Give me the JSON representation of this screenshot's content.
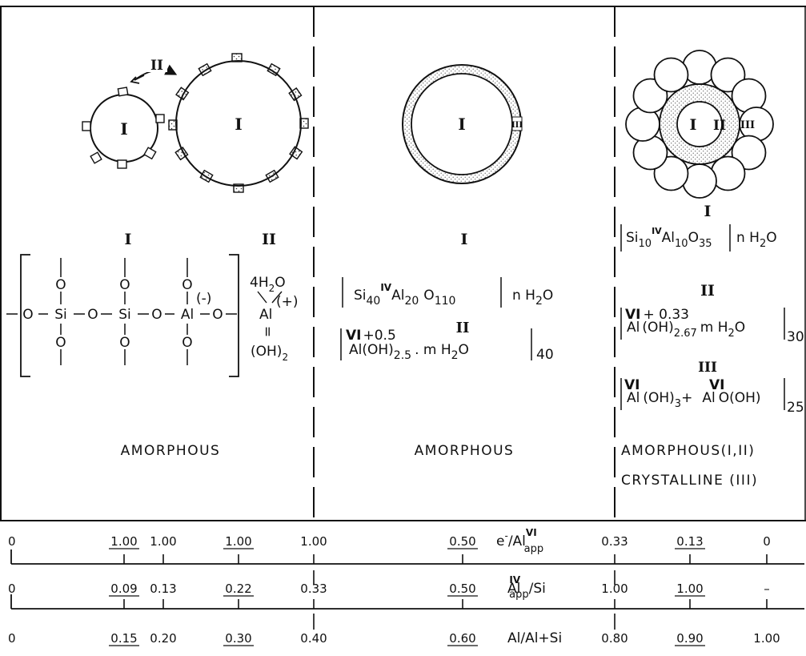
{
  "roman": {
    "one": "I",
    "two": "II",
    "three": "III",
    "four": "IV",
    "six": "VI"
  },
  "section1": {
    "title": "AMORPHOUS",
    "chain_atoms": [
      "O",
      "Si",
      "O",
      "Si",
      "O",
      "Al",
      "O"
    ],
    "charge_minus": "(-)",
    "oxygen": "O",
    "water": "4H",
    "water_sub": "2",
    "water_o": "O",
    "al_cation": "Al",
    "al_charge": "(+)",
    "hydroxyl": "(OH)",
    "hydroxyl_sub": "2",
    "double_bond": "="
  },
  "section2": {
    "title": "AMORPHOUS",
    "f1_si": "Si",
    "f1_si_sub": "40",
    "f1_al": "Al",
    "f1_al_sub": "20",
    "f1_o": "O",
    "f1_o_sub": "110",
    "f1_water": "n H",
    "f1_water_sub": "2",
    "f1_water_o": "O",
    "f2_charge": "+0.5",
    "f2_al": "Al",
    "f2_oh": "(OH)",
    "f2_oh_sub": "2.5",
    "f2_water": ". m H",
    "f2_water_sub": "2",
    "f2_water_o": "O",
    "f2_count": "40"
  },
  "section3": {
    "title": "AMORPHOUS(I,II)",
    "subtitle": "CRYSTALLINE (III)",
    "f1_si": "Si",
    "f1_si_sub": "10",
    "f1_al": "Al",
    "f1_al_sub": "10",
    "f1_o": "O",
    "f1_o_sub": "35",
    "f1_water": "n H",
    "f1_water_sub": "2",
    "f1_water_o": "O",
    "f2_charge": "+ 0.33",
    "f2_al": "Al",
    "f2_oh": "(OH)",
    "f2_oh_sub": "2.67",
    "f2_water": "m H",
    "f2_water_sub": "2",
    "f2_water_o": "O",
    "f2_count": "30",
    "f3_al1": "Al",
    "f3_oh3": "(OH)",
    "f3_oh3_sub": "3",
    "f3_plus": "+",
    "f3_al2": "Al",
    "f3_aooh": "O(OH)",
    "f3_count": "25"
  },
  "axes": [
    {
      "name": "e-per-al-vi",
      "label_main": "e",
      "label_sup": "-",
      "label_rest": "/Al",
      "label_sup2": "VI",
      "label_sub2": "app",
      "ticks": [
        "0",
        "1.00",
        "1.00",
        "1.00",
        "1.00",
        "0.50",
        "0.33",
        "0.13",
        "0"
      ],
      "underlined": [
        false,
        true,
        false,
        true,
        false,
        true,
        false,
        true,
        false
      ]
    },
    {
      "name": "al-iv-per-si",
      "label_main": "Al",
      "label_sup": "IV",
      "label_sub": "app",
      "label_rest": "/Si",
      "ticks": [
        "0",
        "0.09",
        "0.13",
        "0.22",
        "0.33",
        "0.50",
        "1.00",
        "1.00",
        "–"
      ],
      "underlined": [
        false,
        true,
        false,
        true,
        false,
        true,
        false,
        true,
        false
      ]
    },
    {
      "name": "al-per-al-si",
      "label_main": "Al/Al+Si",
      "ticks": [
        "0",
        "0.15",
        "0.20",
        "0.30",
        "0.40",
        "0.60",
        "0.80",
        "0.90",
        "1.00"
      ],
      "underlined": [
        false,
        true,
        false,
        true,
        false,
        true,
        false,
        true,
        false
      ]
    }
  ]
}
